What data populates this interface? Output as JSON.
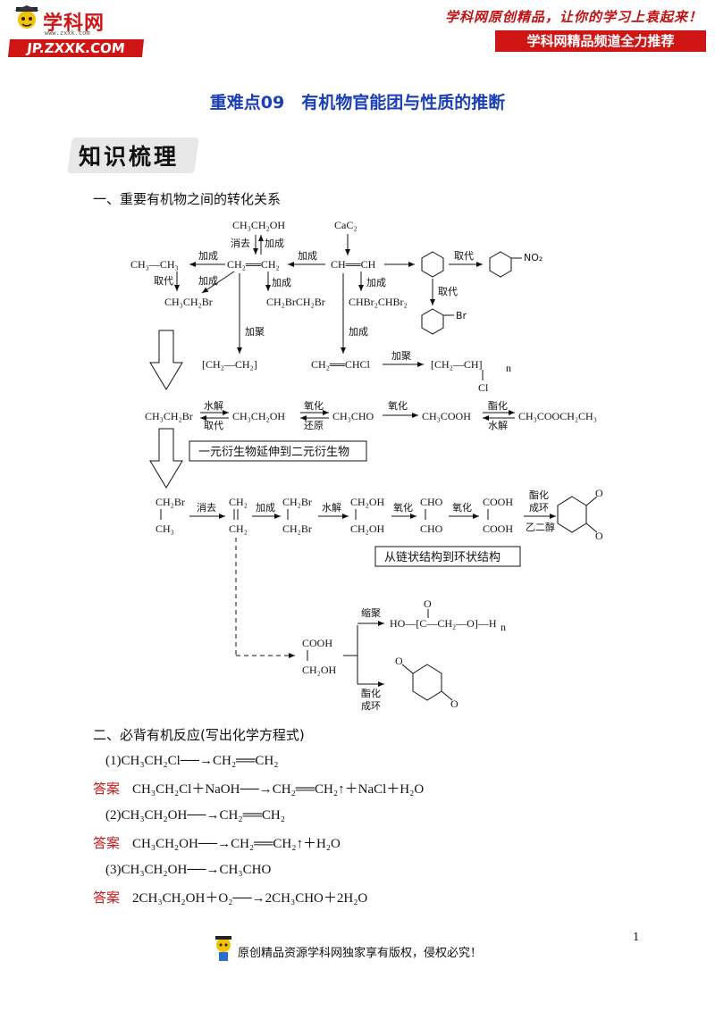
{
  "header": {
    "logo_text": "学科网",
    "logo_sub": "www.zxxk.com",
    "logo_url": "JP.ZXXK.COM",
    "slogan": "学科网原创精品，让你的学习上袁起来！",
    "banner": "学科网精品频道全力推荐"
  },
  "title": "重难点09　有机物官能团与性质的推断",
  "section_badge": "知识梳理",
  "heading1": "一、重要有机物之间的转化关系",
  "diagram": {
    "r1_top": "CH₃CH₂OH",
    "r1_xiaoqu": "消去",
    "r1_jiacheng_up": "加成",
    "r1_cac2": "CaC₂",
    "r1_ch3ch3": "CH₃—CH₃",
    "r1_ch2ch2": "CH₂══CH₂",
    "r1_chch": "CH══CH",
    "r1_jiacheng_a": "加成",
    "r1_jiacheng_b": "加成",
    "r1_quidai_a": "取代",
    "r1_jiacheng_c": "加成",
    "r1_jiacheng_d": "加成",
    "r1_jiacheng_e": "加成",
    "r1_ch3ch2br": "CH₃CH₂Br",
    "r1_ch2brch2br": "CH₂BrCH₂Br",
    "r1_chbr2": "CHBr₂CHBr₂",
    "r1_quidai_b": "取代",
    "r1_quidai_c": "取代",
    "r1_no2": "NO₂",
    "r1_br": "Br",
    "r2_jiaju_a": "加聚",
    "r2_jiacheng_f": "加成",
    "r2_pe": "[CH₂—CH₂]",
    "r2_vc": "CH₂══CHCl",
    "r2_jiaju_b": "加聚",
    "r2_pvc": "[CH₂—CH]",
    "r2_n": "n",
    "r2_cl": "Cl",
    "r3_a": "CH₃CH₂Br",
    "r3_shuijie": "水解",
    "r3_quidai": "取代",
    "r3_b": "CH₃CH₂OH",
    "r3_yanghua_a": "氧化",
    "r3_huanyuan": "还原",
    "r3_c": "CH₃CHO",
    "r3_yanghua_b": "氧化",
    "r3_d": "CH₃COOH",
    "r3_zhihua": "酯化",
    "r3_shuijie_b": "水解",
    "r3_e": "CH₃COOCH₂CH₃",
    "box1": "一元衍生物延伸到二元衍生物",
    "r4_ch2br": "CH₂Br",
    "r4_ch3": "CH₃",
    "r4_xiaoqu": "消去",
    "r4_ch2a": "CH₂",
    "r4_ch2b": "CH₂",
    "r4_jiacheng": "加成",
    "r4_ch2br_a": "CH₂Br",
    "r4_ch2br_b": "CH₂Br",
    "r4_shuijie": "水解",
    "r4_ch2oh_a": "CH₂OH",
    "r4_ch2oh_b": "CH₂OH",
    "r4_yanghua_a": "氧化",
    "r4_cho_a": "CHO",
    "r4_cho_b": "CHO",
    "r4_yanghua_b": "氧化",
    "r4_cooh_a": "COOH",
    "r4_cooh_b": "COOH",
    "r4_zhihua": "酯化",
    "r4_chenghuan": "成环",
    "r4_yierchun": "乙二醇",
    "r4_o": "O",
    "box2": "从链状结构到环状结构",
    "r5_cooh": "COOH",
    "r5_ch2oh": "CH₂OH",
    "r5_suoju": "缩聚",
    "r5_poly": "HO—[C—CH₂—O]—H",
    "r5_polyn": "n",
    "r5_zhihua": "酯化",
    "r5_chenghuan": "成环"
  },
  "heading2": "二、必背有机反应(写出化学方程式)",
  "reactions": [
    {
      "label": "",
      "text": "(1)CH₃CH₂Cl──→CH₂══CH₂"
    },
    {
      "label": "答案",
      "text": "CH₃CH₂Cl＋NaOH──→CH₂══CH₂↑＋NaCl＋H₂O"
    },
    {
      "label": "",
      "text": "(2)CH₃CH₂OH──→CH₂══CH₂"
    },
    {
      "label": "答案",
      "text": "CH₃CH₂OH──→CH₂══CH₂↑＋H₂O"
    },
    {
      "label": "",
      "text": "(3)CH₃CH₂OH──→CH₃CHO"
    },
    {
      "label": "答案",
      "text": "2CH₃CH₂OH＋O₂──→2CH₃CHO＋2H₂O"
    }
  ],
  "page_number": "1",
  "footer": "原创精品资源学科网独家享有版权，侵权必究！"
}
